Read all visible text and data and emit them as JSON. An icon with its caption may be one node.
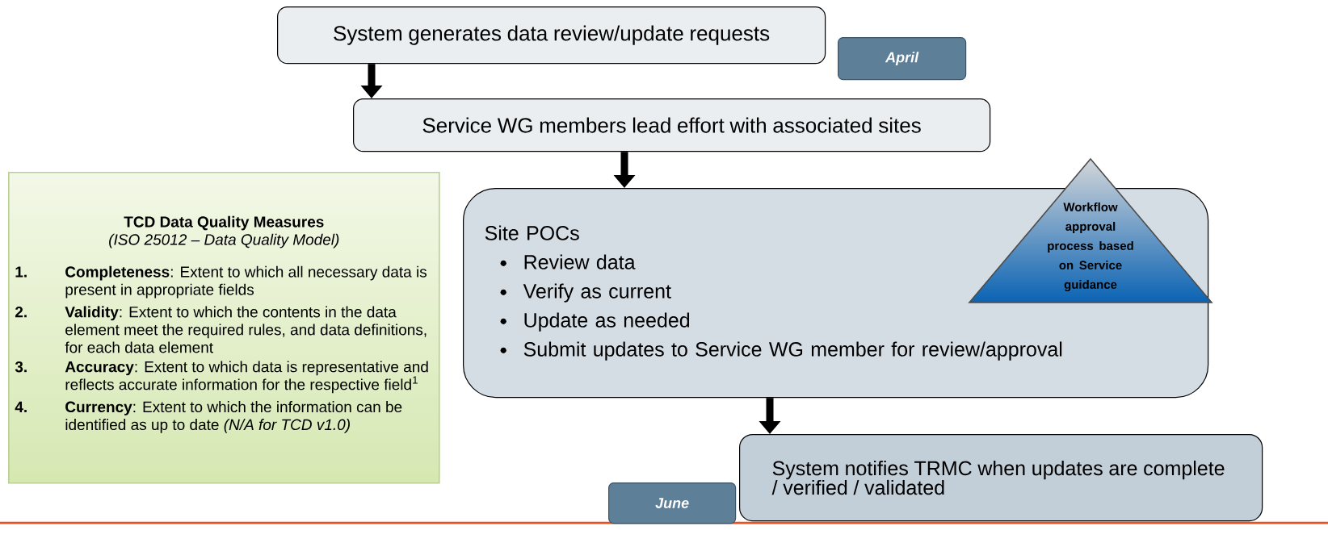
{
  "diagram": {
    "nodes": [
      {
        "text": [
          "System generates data review/update requests"
        ]
      },
      {
        "text": [
          "April"
        ]
      },
      {
        "text": [
          "Service WG members lead effort with associated sites"
        ]
      },
      {
        "text": [
          "Site POCs",
          "Review data",
          "Verify as current",
          "Update as needed",
          "Submit updates to Service WG member for review/approval"
        ]
      },
      {
        "text": [
          "Workflow approval process based on Service guidance"
        ]
      },
      {
        "text": [
          "System notifies TRMC when updates are complete / verified / validated"
        ]
      },
      {
        "text": [
          "June"
        ]
      },
      {
        "text": [
          "TCD Data Quality Measures",
          "(ISO 25012 – Data Quality Model)",
          "1.",
          "**Completeness**: Extent to which all necessary data is present in appropriate fields",
          "2.",
          "**Validity**: Extent to which the contents in the data element meet the required rules, and data definitions, for each data element",
          "3.",
          "**Accuracy**: Extent to which data is representative and reflects accurate information for the respective field$^{1}$",
          "4.",
          "**Currency**: Extent to which the information can be identified as up to date *(N/A for TCD v1.0)*"
        ]
      }
    ],
    "edges": [
      {
        "from": 0,
        "to": 2,
        "arrow": "to"
      },
      {
        "from": 2,
        "to": 3,
        "arrow": "to"
      },
      {
        "from": 3,
        "to": 5,
        "arrow": "to"
      }
    ]
  }
}
